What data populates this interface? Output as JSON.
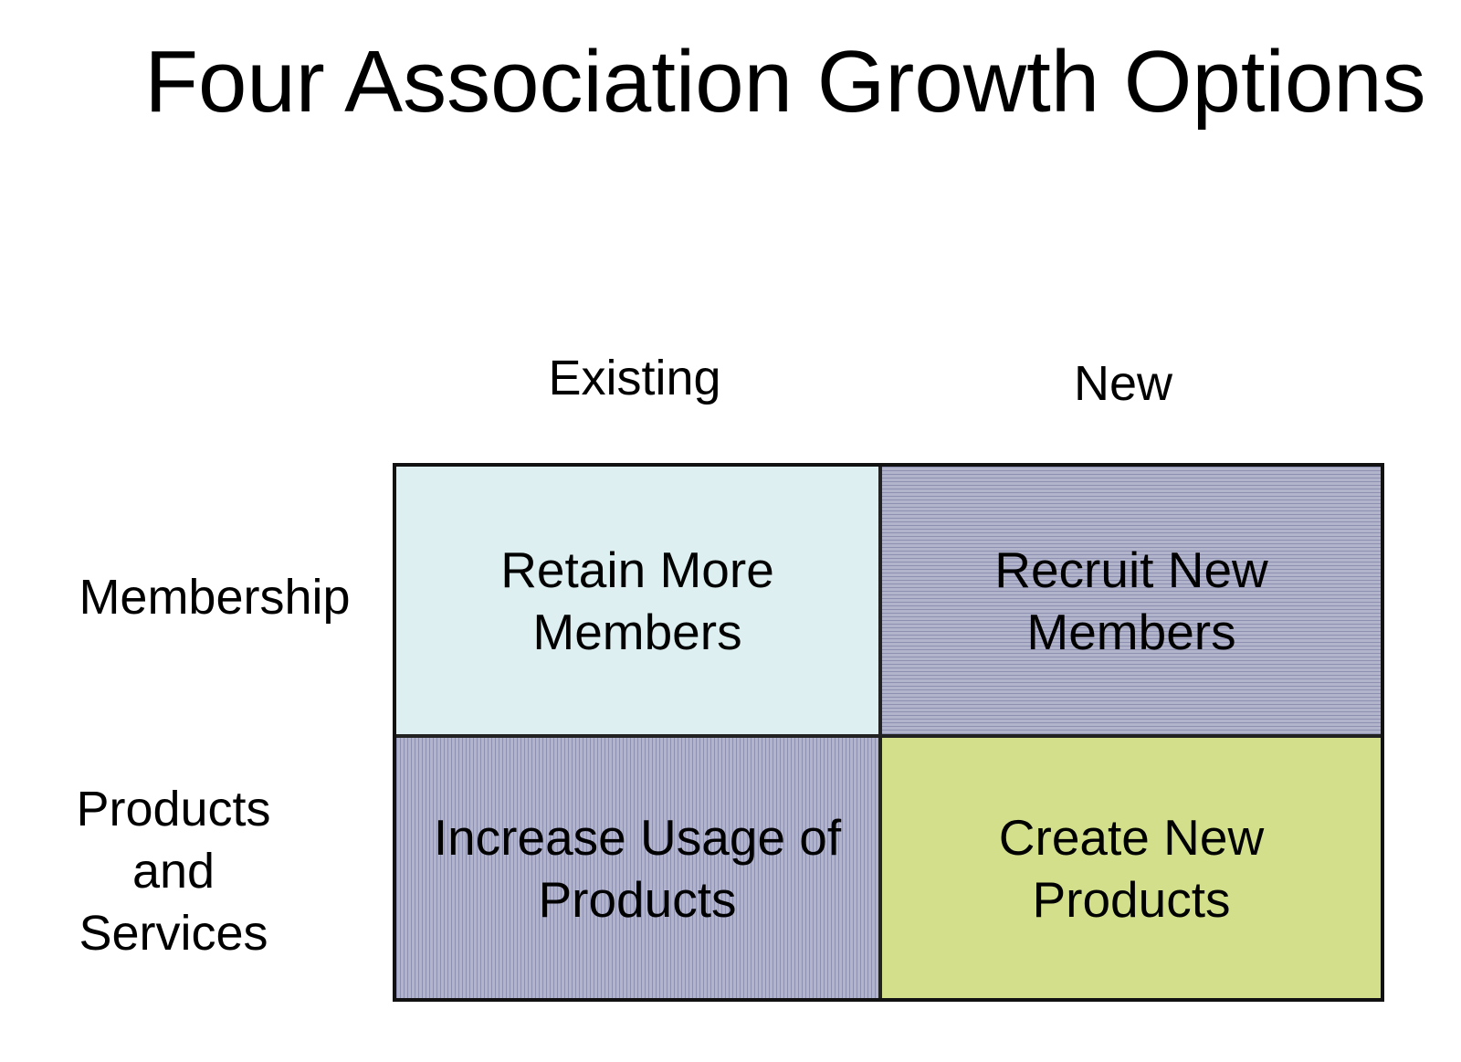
{
  "title": "Four Association Growth Options",
  "columns": {
    "existing": "Existing",
    "new": "New"
  },
  "rows": {
    "membership": "Membership",
    "products": [
      "Products",
      "and",
      "Services"
    ]
  },
  "cells": {
    "retain": [
      "Retain More",
      "Members"
    ],
    "recruit": [
      "Recruit New",
      "Members"
    ],
    "increase": [
      "Increase Usage of",
      "Products"
    ],
    "create": [
      "Create New",
      "Products"
    ]
  },
  "colors": {
    "retain_fill": "#ddeff0",
    "recruit_fill": "#a6a8c4",
    "increase_fill": "#a6a8c4",
    "create_fill": "#d3df8a",
    "border": "#111111"
  }
}
